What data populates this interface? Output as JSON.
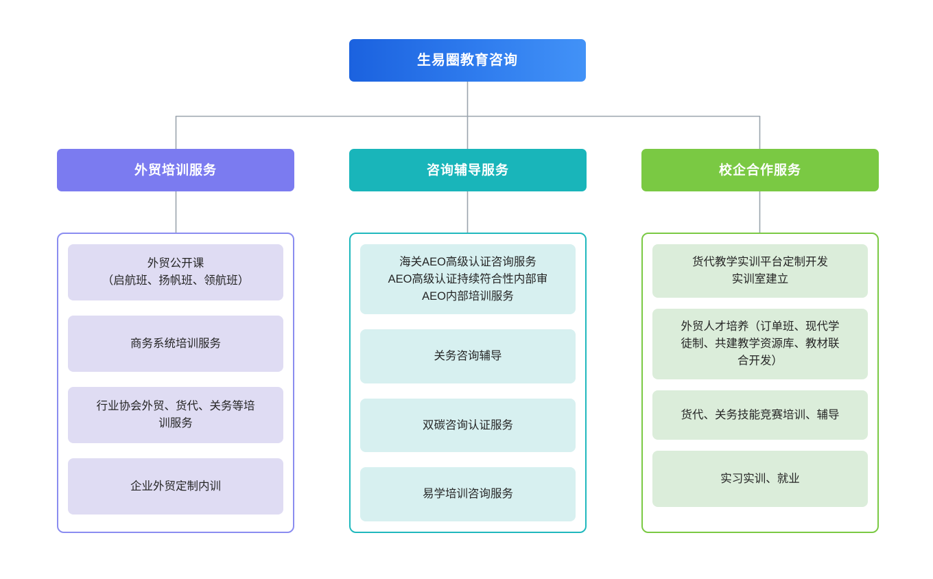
{
  "diagram": {
    "type": "organization-chart",
    "root": {
      "label": "生易圈教育咨询",
      "gradient_from": "#1b62df",
      "gradient_to": "#4292f7"
    },
    "connector_color": "#9aa3ad",
    "columns": [
      {
        "header": "外贸培训服务",
        "header_color": "#7b7bf0",
        "border_color": "#8a8cf0",
        "card_color": "#dfdcf3",
        "items": [
          "外贸公开课\n（启航班、扬帆班、领航班）",
          "商务系统培训服务",
          "行业协会外贸、货代、关务等培\n训服务",
          "企业外贸定制内训"
        ]
      },
      {
        "header": "咨询辅导服务",
        "header_color": "#19b5ba",
        "border_color": "#1fb8bd",
        "card_color": "#d7f0f0",
        "items": [
          "海关AEO高级认证咨询服务\nAEO高级认证持续符合性内部审\nAEO内部培训服务",
          "关务咨询辅导",
          "双碳咨询认证服务",
          "易学培训咨询服务"
        ]
      },
      {
        "header": "校企合作服务",
        "header_color": "#7ac943",
        "border_color": "#7ac943",
        "card_color": "#dbedda",
        "items": [
          "货代教学实训平台定制开发\n实训室建立",
          "外贸人才培养（订单班、现代学\n徒制、共建教学资源库、教材联\n合开发）",
          "货代、关务技能竞赛培训、辅导",
          "实习实训、就业"
        ]
      }
    ]
  }
}
